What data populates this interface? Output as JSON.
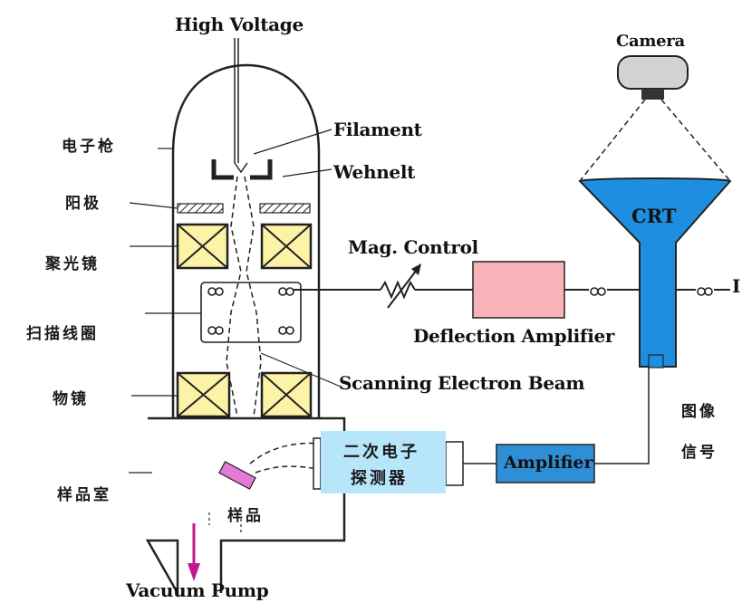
{
  "labels": {
    "high_voltage": "High Voltage",
    "filament": "Filament",
    "wehnelt": "Wehnelt",
    "mag_control": "Mag. Control",
    "deflection_amplifier": "Deflection Amplifier",
    "scanning_electron_beam": "Scanning Electron Beam",
    "vacuum_pump": "Vacuum Pump",
    "camera": "Camera",
    "crt": "CRT",
    "amplifier": "Amplifier",
    "edge_mark": "I"
  },
  "chinese_labels": {
    "electron_gun": "电子枪",
    "anode": "阳极",
    "condenser_lens": "聚光镜",
    "scan_coil": "扫描线圈",
    "objective_lens": "物镜",
    "sample_chamber": "样品室",
    "sample": "样品",
    "detector_line1": "二次电子",
    "detector_line2": "探测器",
    "image_signal_line1": "图像",
    "image_signal_line2": "信号"
  },
  "colors": {
    "crt_blue": "#1e8fe0",
    "amplifier_blue": "#2f8fd6",
    "deflection_pink": "#f7b3b8",
    "detector_cyan": "#b7e6fa",
    "lens_yellow": "#fdf3a6",
    "sample_magenta": "#e27ad8",
    "pump_arrow": "#c2188f",
    "camera_gray": "#d3d3d3"
  }
}
